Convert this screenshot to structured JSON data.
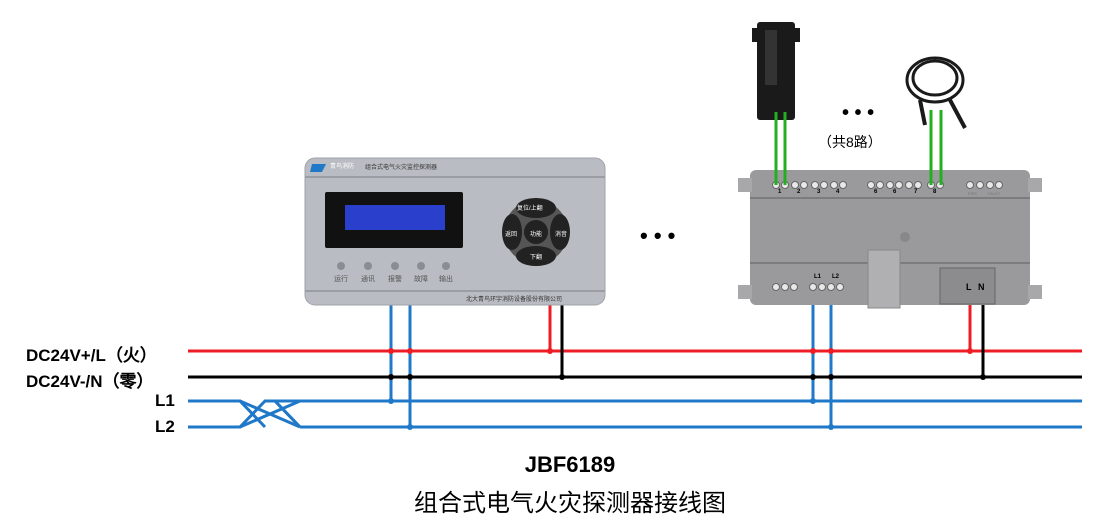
{
  "lines": {
    "l_plus": "DC24V+/L（火）",
    "n_minus": "DC24V-/N（零）",
    "l1": "L1",
    "l2": "L2"
  },
  "panel": {
    "brand": "青鸟消防",
    "name": "组合式电气火灾监控探测器",
    "buttons": {
      "up": "复位/上翻",
      "left": "返回",
      "center": "功能",
      "right": "消音",
      "down": "下翻"
    },
    "leds": [
      "运行",
      "通讯",
      "报警",
      "故障",
      "输出"
    ],
    "maker": "北大青鸟环宇消防设备股份有限公司"
  },
  "module": {
    "terminals": [
      "1",
      "2",
      "3",
      "4",
      "6",
      "6",
      "7",
      "8"
    ],
    "status": [
      "FIRE",
      "FAULT"
    ],
    "bus": [
      "L1",
      "L2"
    ],
    "power": [
      "L",
      "N"
    ]
  },
  "ellipsis": "• • •",
  "channels_note": "（共8路）",
  "title": "JBF6189",
  "subtitle": "组合式电气火灾探测器接线图",
  "colors": {
    "live": "#ee1c24",
    "neutral": "#000000",
    "bus": "#1f78c8",
    "sensor": "#22b020"
  }
}
